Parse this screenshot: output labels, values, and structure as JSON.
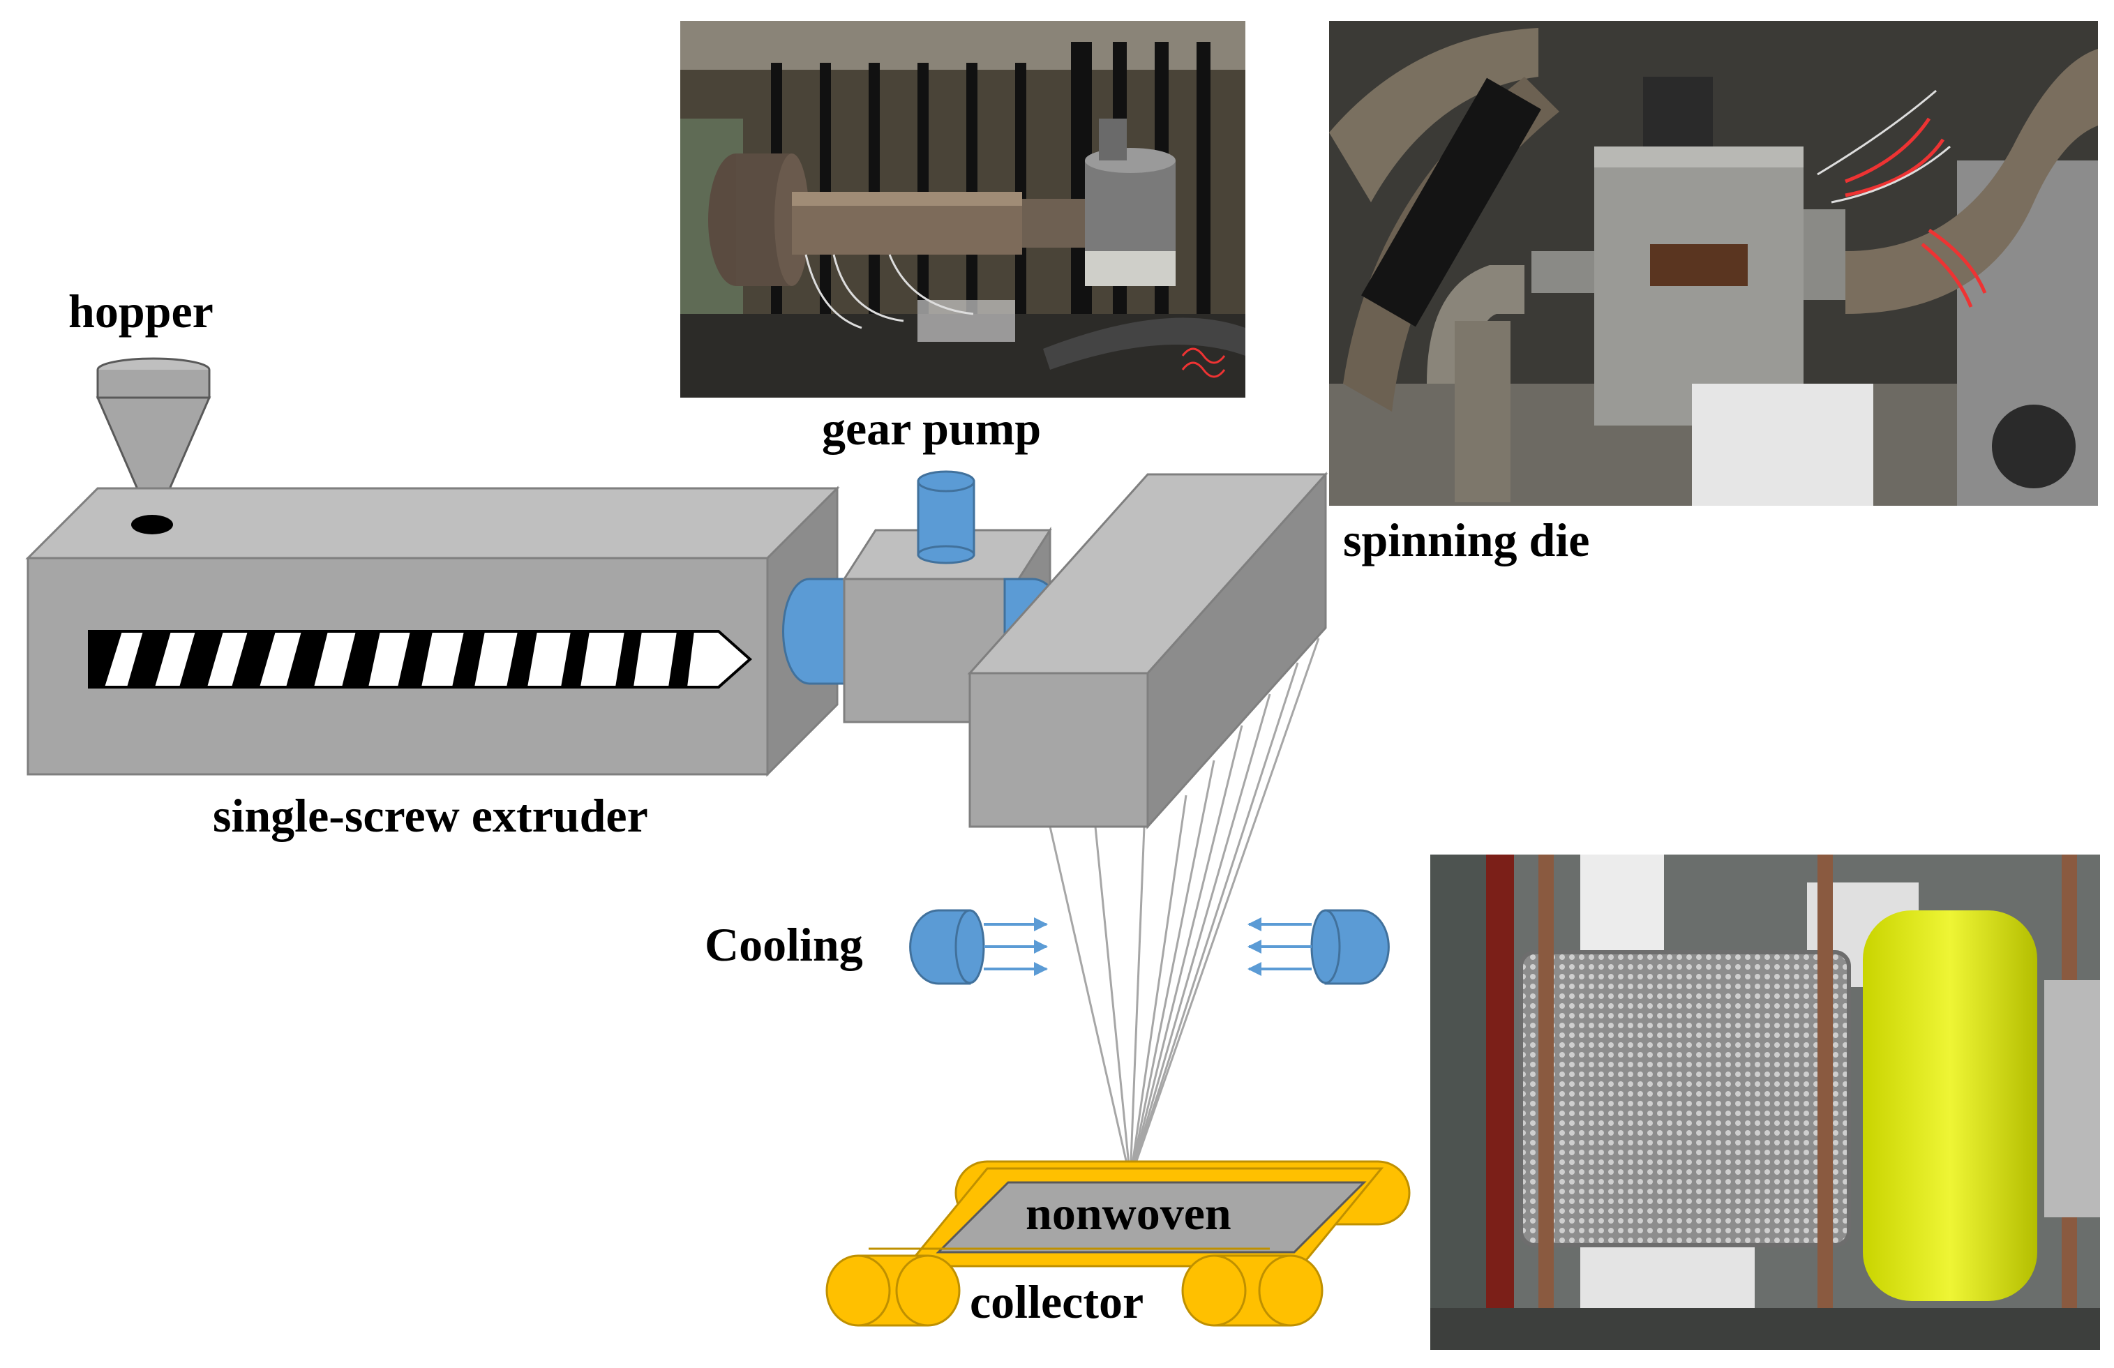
{
  "labels": {
    "hopper": "hopper",
    "gear_pump": "gear pump",
    "spinning_die": "spinning die",
    "extruder": "single-screw extruder",
    "cooling": "Cooling",
    "nonwoven": "nonwoven",
    "collector": "collector"
  },
  "colors": {
    "box_front": "#a6a6a6",
    "box_top": "#bfbfbf",
    "box_side": "#8c8c8c",
    "pump_blue": "#5b9bd5",
    "collector_yellow": "#ffc000",
    "fiber_lines": "#a6a6a6"
  },
  "icons": {
    "hopper": "hopper-cone-icon",
    "screw": "extruder-screw-icon",
    "cooling_unit": "cooling-blower-icon"
  }
}
